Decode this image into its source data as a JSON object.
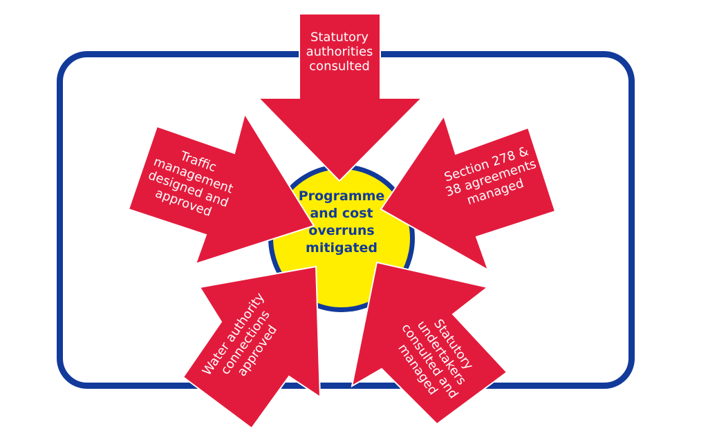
{
  "colors": {
    "frame": "#123a9a",
    "arrow": "#e21b3c",
    "hub_fill": "#ffee00",
    "hub_text": "#123a9a",
    "arrow_text": "#ffffff"
  },
  "hub": {
    "lines": [
      "Programme",
      "and cost",
      "overruns",
      "mitigated"
    ]
  },
  "arrows": [
    {
      "id": "statutory-authorities",
      "lines": [
        "Statutory",
        "authorities",
        "consulted"
      ]
    },
    {
      "id": "traffic-management",
      "lines": [
        "Traffic",
        "management",
        "designed and",
        "approved"
      ]
    },
    {
      "id": "section-278",
      "lines": [
        "Section 278 &",
        "38 agreements",
        "managed"
      ]
    },
    {
      "id": "water-authority",
      "lines": [
        "Water authority",
        "connections",
        "approved"
      ]
    },
    {
      "id": "statutory-undertakers",
      "lines": [
        "Statutory",
        "undertakers",
        "consulted and",
        "managed"
      ]
    }
  ]
}
